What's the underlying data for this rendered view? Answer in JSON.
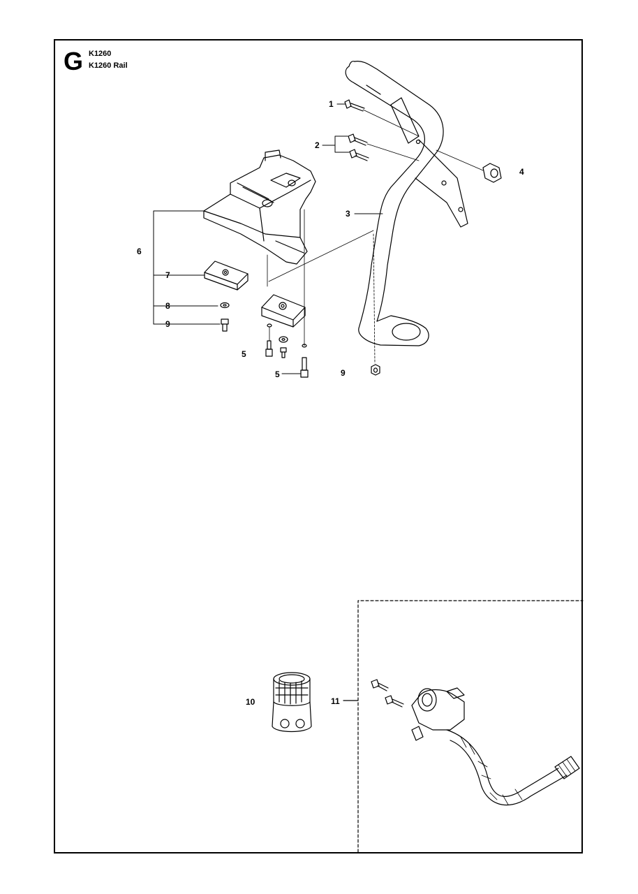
{
  "header": {
    "section_letter": "G",
    "model": "K1260",
    "subtitle": "K1260 Rail"
  },
  "callouts": {
    "c1": "1",
    "c2": "2",
    "c3": "3",
    "c4": "4",
    "c5a": "5",
    "c5b": "5",
    "c6": "6",
    "c7": "7",
    "c8": "8",
    "c9a": "9",
    "c9b": "9",
    "c10": "10",
    "c11": "11"
  }
}
